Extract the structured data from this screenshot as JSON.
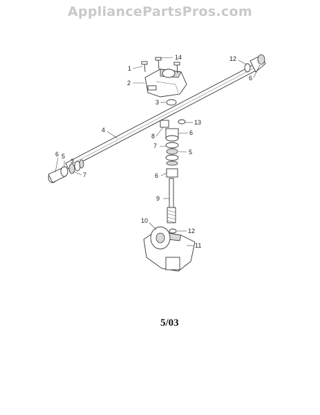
{
  "watermark": "AppliancePartsPros.com",
  "diagram_date": "5/03",
  "callouts": [
    {
      "id": "c14",
      "label": "14"
    },
    {
      "id": "c1",
      "label": "1"
    },
    {
      "id": "c2",
      "label": "2"
    },
    {
      "id": "c3",
      "label": "3"
    },
    {
      "id": "c12a",
      "label": "12"
    },
    {
      "id": "c6a",
      "label": "6"
    },
    {
      "id": "c13",
      "label": "13"
    },
    {
      "id": "c8",
      "label": "8"
    },
    {
      "id": "c6b",
      "label": "6"
    },
    {
      "id": "c4",
      "label": "4"
    },
    {
      "id": "c7a",
      "label": "7"
    },
    {
      "id": "c5a",
      "label": "5"
    },
    {
      "id": "c5b",
      "label": "5"
    },
    {
      "id": "c6c",
      "label": "6"
    },
    {
      "id": "c3b",
      "label": "3"
    },
    {
      "id": "c7b",
      "label": "7"
    },
    {
      "id": "c6d",
      "label": "6"
    },
    {
      "id": "c9",
      "label": "9"
    },
    {
      "id": "c10",
      "label": "10"
    },
    {
      "id": "c12b",
      "label": "12"
    },
    {
      "id": "c11",
      "label": "11"
    }
  ]
}
